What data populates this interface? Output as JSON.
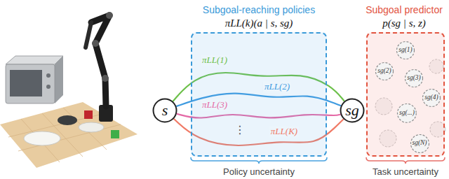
{
  "diagram": {
    "nodes": [
      {
        "text": [
          "s"
        ]
      },
      {
        "text": [
          "Subgoal-reaching policies",
          "πLL(k)(a | s, sg)"
        ]
      },
      {
        "text": [
          "sg"
        ]
      },
      {
        "text": [
          "Subgoal predictor",
          "p(sg | s, z)"
        ]
      },
      {
        "text": [
          "sg(1)"
        ],
        "in": 3
      },
      {
        "text": [
          "sg(2)"
        ],
        "in": 3
      },
      {
        "text": [
          "sg(3)"
        ],
        "in": 3
      },
      {
        "text": [
          "sg(4)"
        ],
        "in": 3
      },
      {
        "text": [
          "sg(...)"
        ],
        "in": 3
      },
      {
        "text": [
          "sg(N)"
        ],
        "in": 3
      }
    ],
    "edges": [
      {
        "from": 0,
        "to": 2,
        "arrow": "none",
        "label": "πLL(1)"
      },
      {
        "from": 0,
        "to": 2,
        "arrow": "none",
        "label": "πLL(2)"
      },
      {
        "from": 0,
        "to": 2,
        "arrow": "none",
        "label": "πLL(3)"
      },
      {
        "from": 0,
        "to": 2,
        "arrow": "none",
        "label": "πLL(K)"
      }
    ],
    "labels": [
      "⋮",
      "Policy uncertainty",
      "Task uncertainty"
    ]
  }
}
